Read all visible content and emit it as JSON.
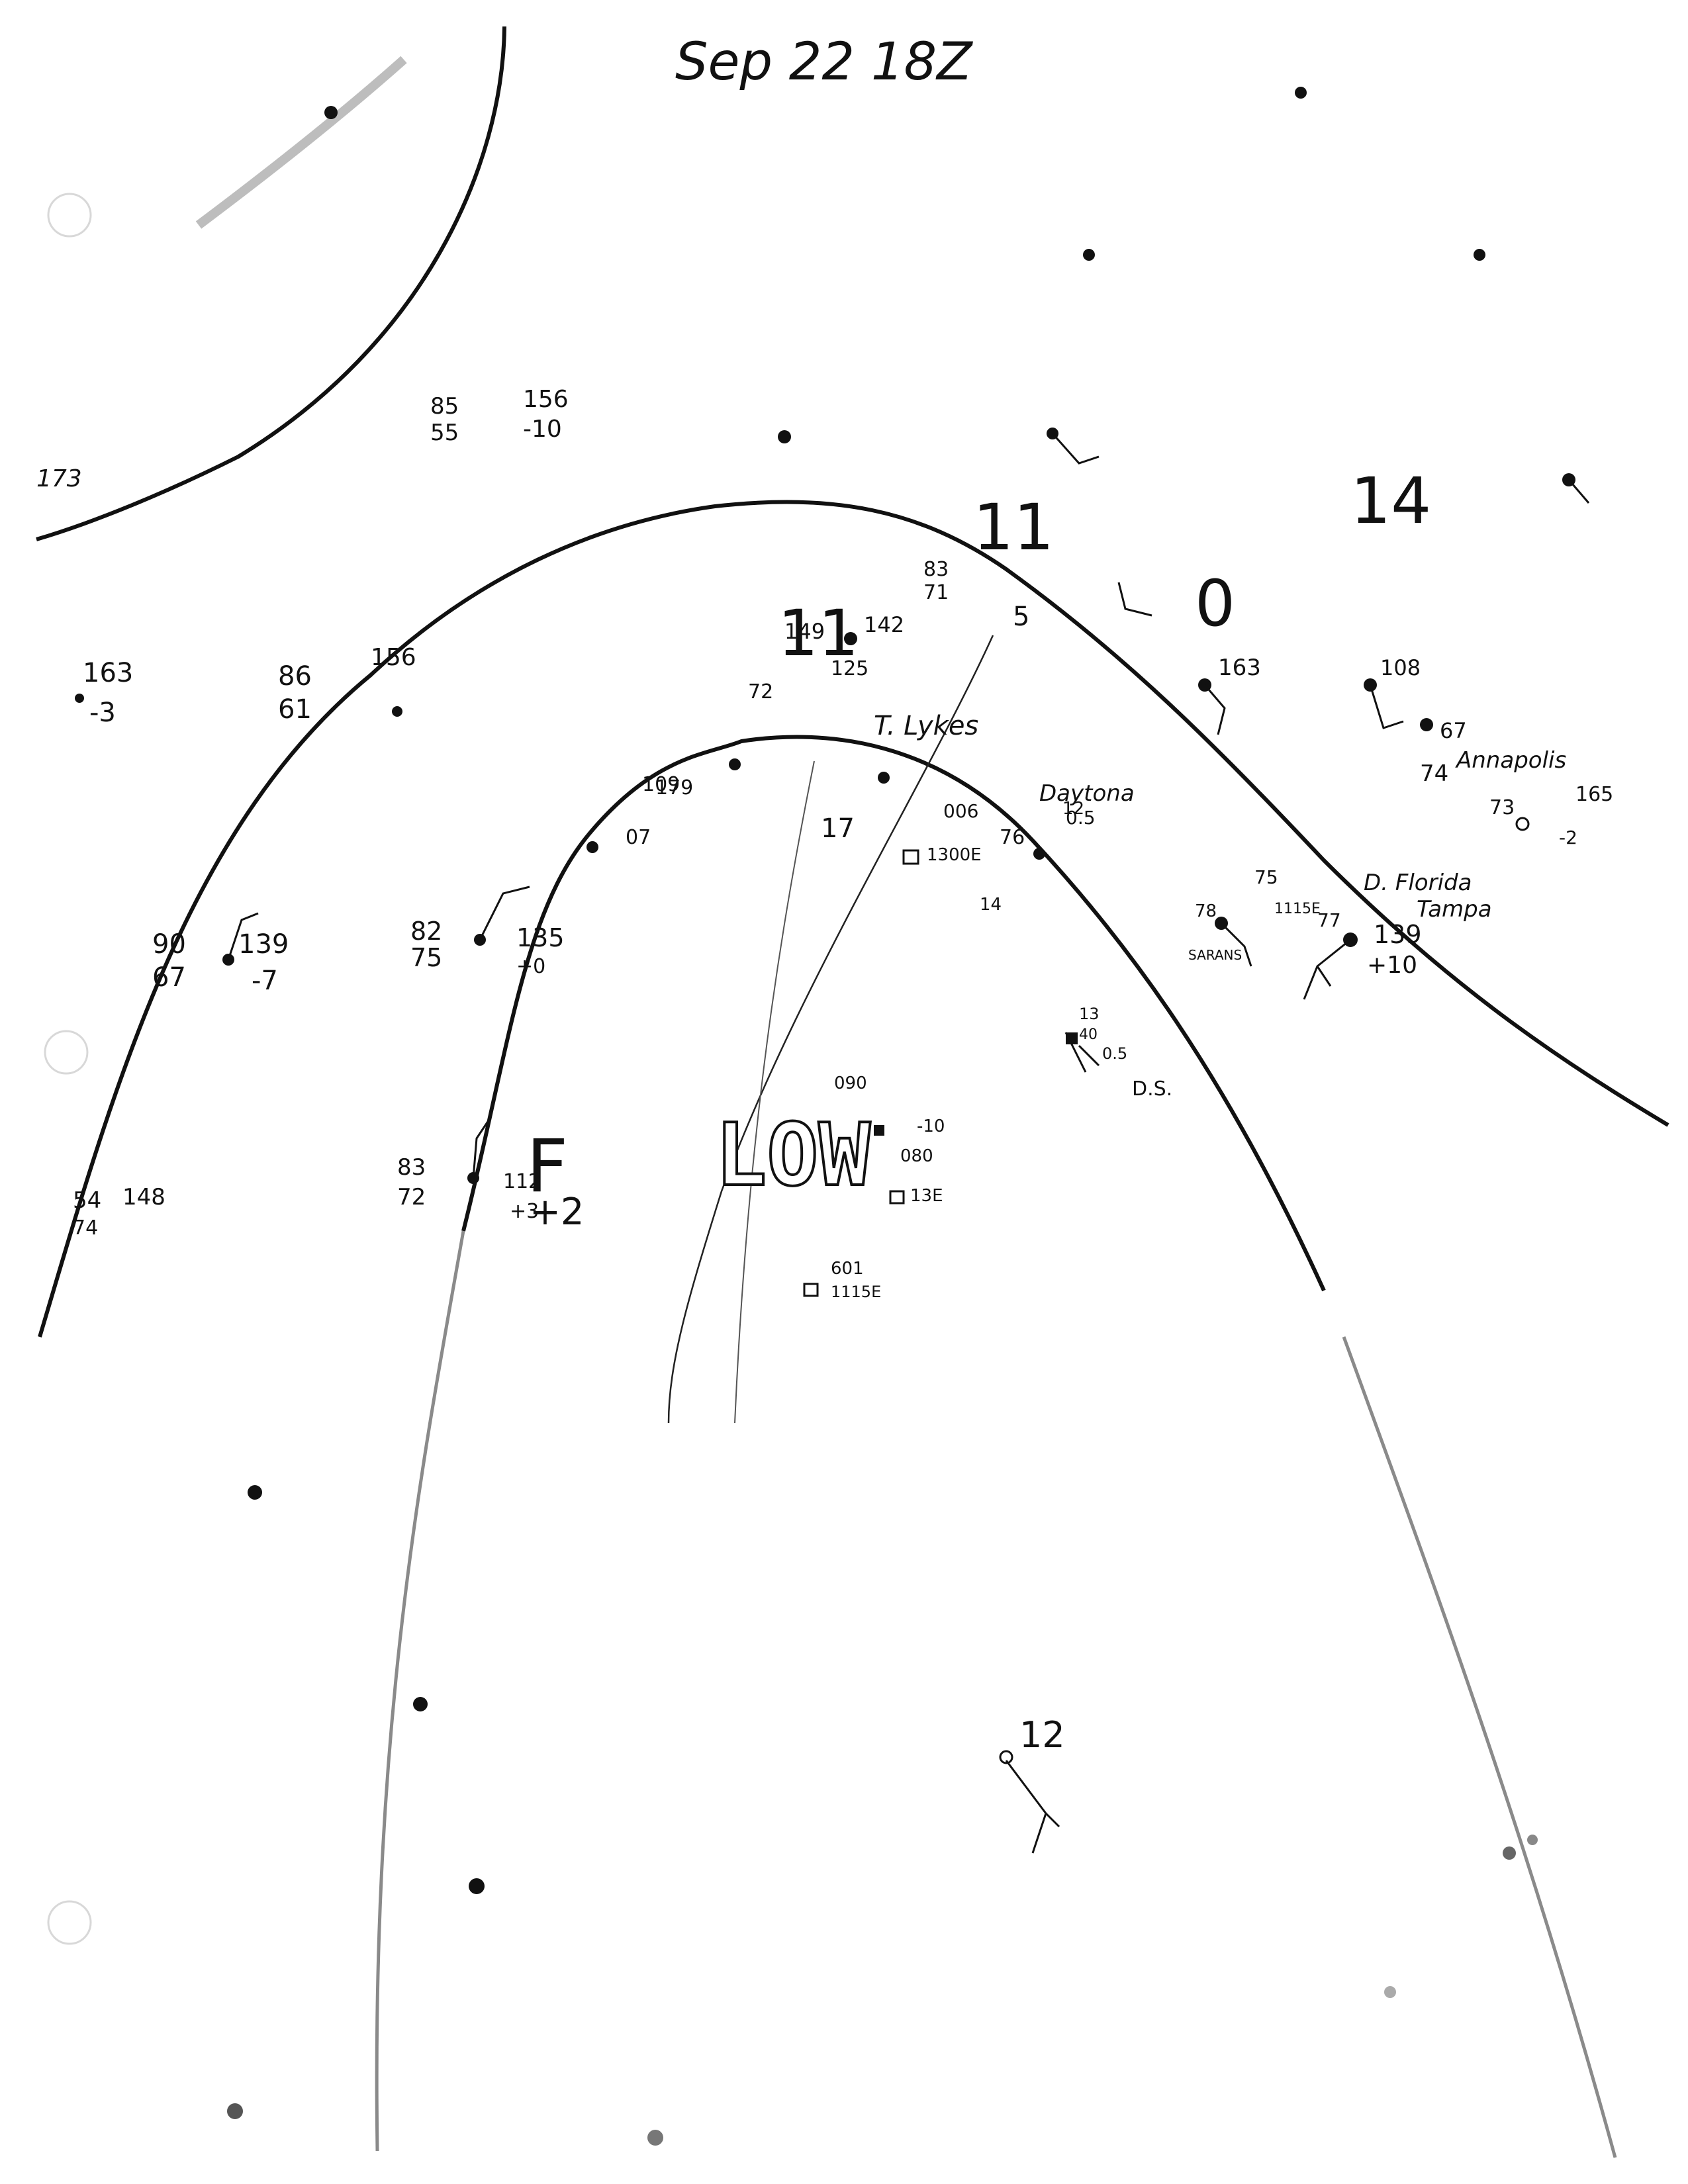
{
  "title": "Sep 22 18Z",
  "center_label": "LOW",
  "isobar_labels": [
    "14",
    "11",
    "11",
    "0",
    "12"
  ],
  "front_labels": [
    "F",
    "+2"
  ],
  "place_names": [
    "Daytona",
    "Annapolis",
    "D. Florida",
    "Tampa",
    "T. Lykes",
    "D.S."
  ],
  "station_labels": [
    "163",
    "-3",
    "86",
    "61",
    "156",
    "85",
    "55",
    "156",
    "-10",
    "173",
    "90",
    "67",
    "139",
    "-7",
    "82",
    "75",
    "135",
    "+0",
    "83",
    "72",
    "112",
    "+3",
    "54",
    "148",
    "74",
    "149",
    "142",
    "72",
    "125",
    "179",
    "83",
    "71",
    "109",
    "07",
    "006",
    "1300E",
    "76",
    "0.5",
    "14",
    "5",
    "17",
    "163",
    "108",
    "67",
    "74",
    "73",
    "165",
    "-2",
    "139",
    "+10",
    "77",
    "75",
    "78",
    "SARANS",
    "1115E",
    "090",
    "-10",
    "080",
    "13E",
    "601",
    "1115E",
    "13",
    "40",
    "12",
    "0.5"
  ],
  "colors": {
    "ink": "#111111",
    "faint": "#9a9a9a",
    "paper": "#ffffff"
  },
  "punch_holes": 3
}
